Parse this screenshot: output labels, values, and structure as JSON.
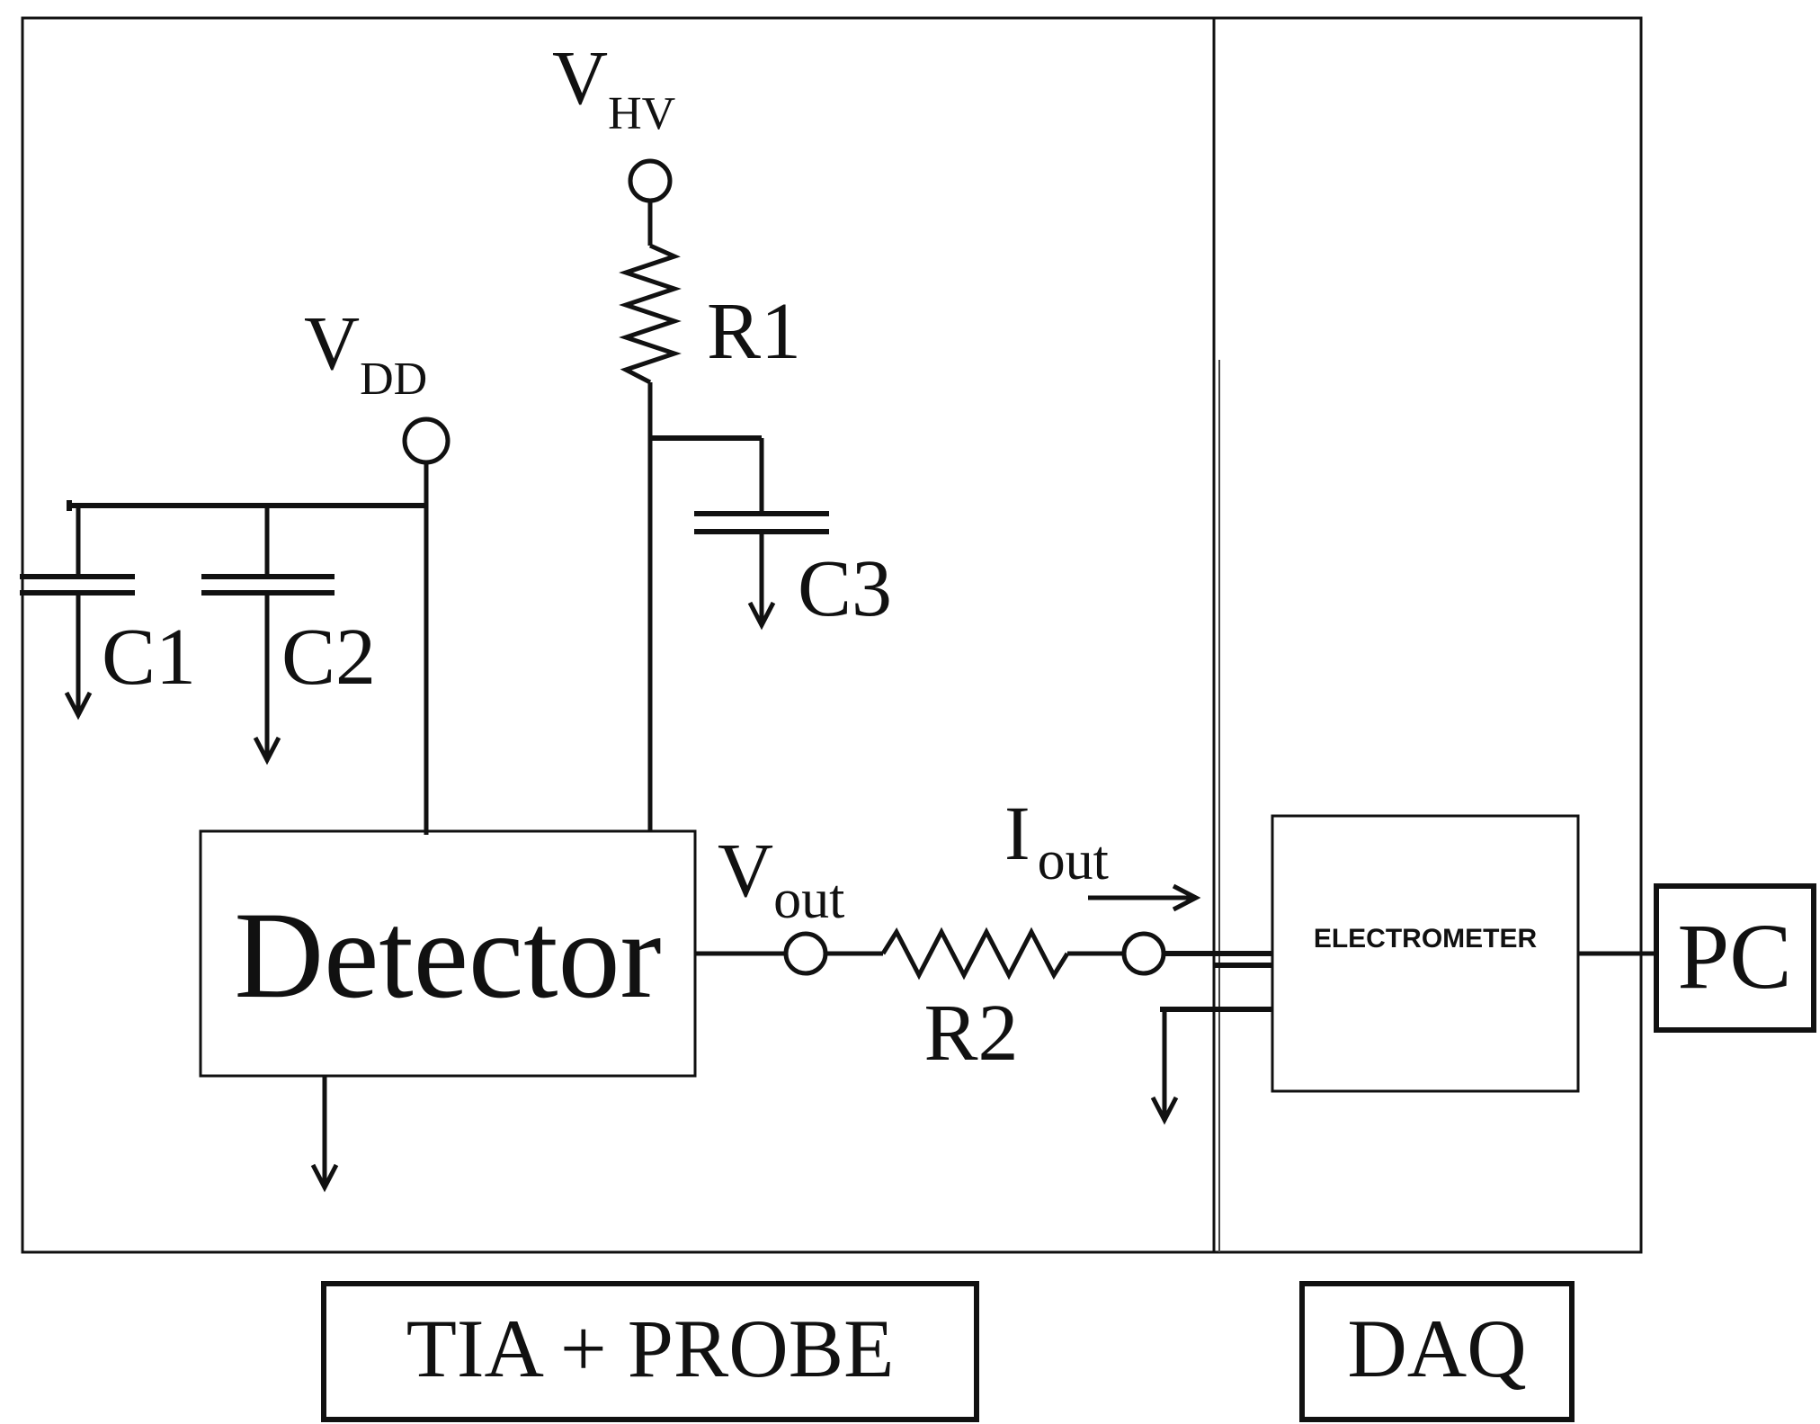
{
  "labels": {
    "v_hv_main": "V",
    "v_hv_sub": "HV",
    "v_dd_main": "V",
    "v_dd_sub": "DD",
    "v_out_main": "V",
    "v_out_sub": "out",
    "i_out_main": "I",
    "i_out_sub": "out",
    "r1": "R1",
    "r2": "R2",
    "c1": "C1",
    "c2": "C2",
    "c3": "C3",
    "detector": "Detector",
    "electrometer": "ELECTROMETER",
    "pc": "PC",
    "tia_probe": "TIA + PROBE",
    "daq": "DAQ"
  }
}
